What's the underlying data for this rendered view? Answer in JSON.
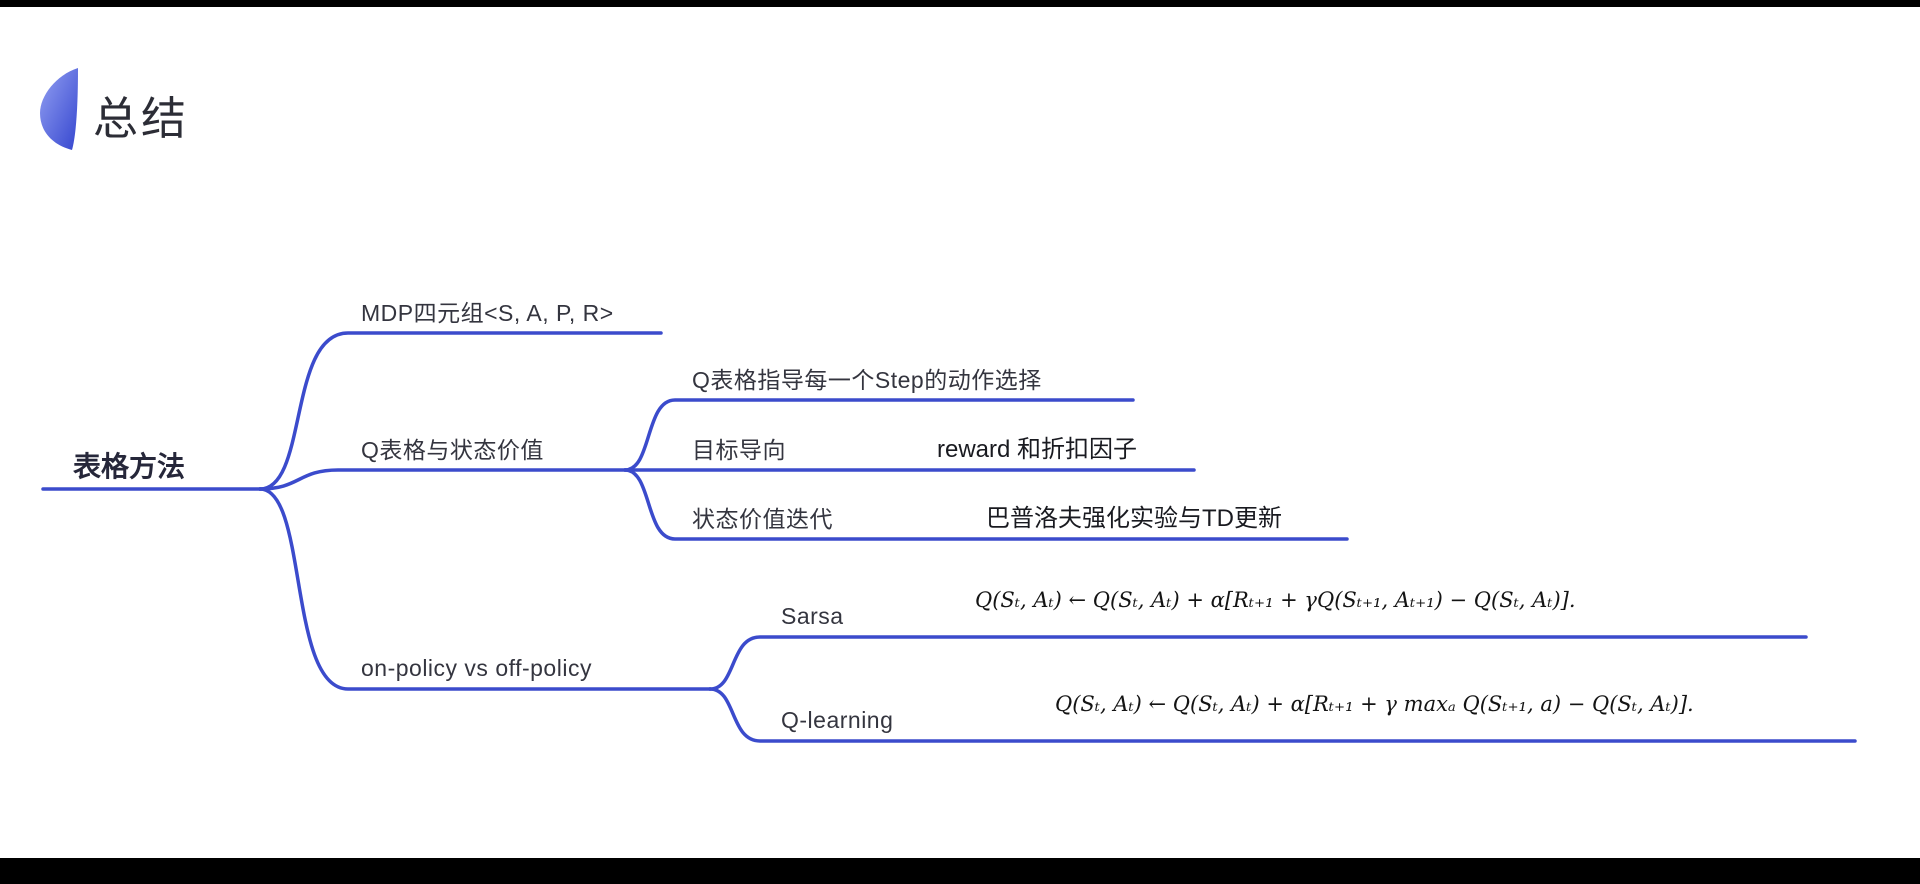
{
  "title": "总结",
  "colors": {
    "line": "#3b4bcc",
    "icon_gradient_top": "#93a0f2",
    "icon_gradient_bottom": "#3546cf",
    "text": "#34353f"
  },
  "mindmap": {
    "root": {
      "label": "表格方法"
    },
    "branches": [
      {
        "label": "MDP四元组<S, A, P, R>"
      },
      {
        "label": "Q表格与状态价值",
        "children": [
          {
            "label": "Q表格指导每一个Step的动作选择"
          },
          {
            "label": "目标导向",
            "note": "reward 和折扣因子"
          },
          {
            "label": "状态价值迭代",
            "note": "巴普洛夫强化实验与TD更新"
          }
        ]
      },
      {
        "label": "on-policy vs off-policy",
        "children": [
          {
            "label": "Sarsa",
            "formula": "Q(Sₜ, Aₜ) ← Q(Sₜ, Aₜ) + α[Rₜ₊₁ + γQ(Sₜ₊₁, Aₜ₊₁) − Q(Sₜ, Aₜ)]."
          },
          {
            "label": "Q-learning",
            "formula": "Q(Sₜ, Aₜ) ← Q(Sₜ, Aₜ) + α[Rₜ₊₁ + γ maxₐ Q(Sₜ₊₁, a) − Q(Sₜ, Aₜ)]."
          }
        ]
      }
    ]
  }
}
